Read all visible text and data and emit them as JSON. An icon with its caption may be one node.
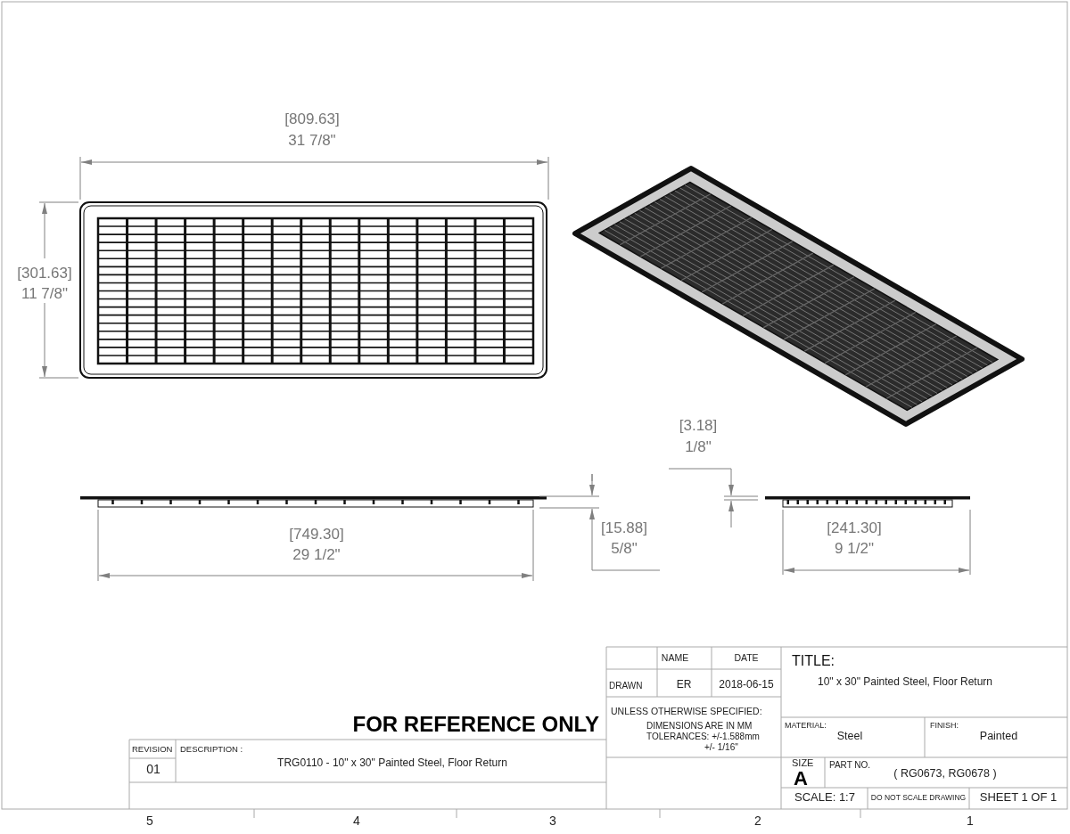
{
  "diagram": {
    "labels": [
      "[809.63]",
      "31 7/8\"",
      "[301.63]",
      "11 7/8\"",
      "[3.18]",
      "1/8\"",
      "[749.30]",
      "29 1/2\"",
      "[15.88]",
      "5/8\"",
      "[241.30]",
      "9 1/2\"",
      "NAME",
      "DATE",
      "TITLE:",
      "DRAWN",
      "ER",
      "2018-06-15",
      "10\" x 30\" Painted Steel, Floor Return",
      "UNLESS OTHERWISE SPECIFIED:",
      "DIMENSIONS ARE IN MM",
      "TOLERANCES: +/-1.588mm",
      "+/- 1/16\"",
      "FOR REFERENCE ONLY",
      "MATERIAL:",
      "Steel",
      "FINISH:",
      "Painted",
      "REVISION",
      "DESCRIPTION :",
      "TRG0110 - 10\" x 30\" Painted Steel, Floor Return",
      "01",
      "SIZE",
      "A",
      "PART NO.",
      "( RG0673, RG0678 )",
      "SCALE: 1:7",
      "DO NOT SCALE DRAWING",
      "SHEET 1 OF 1",
      "5",
      "4",
      "3",
      "2",
      "1"
    ]
  }
}
